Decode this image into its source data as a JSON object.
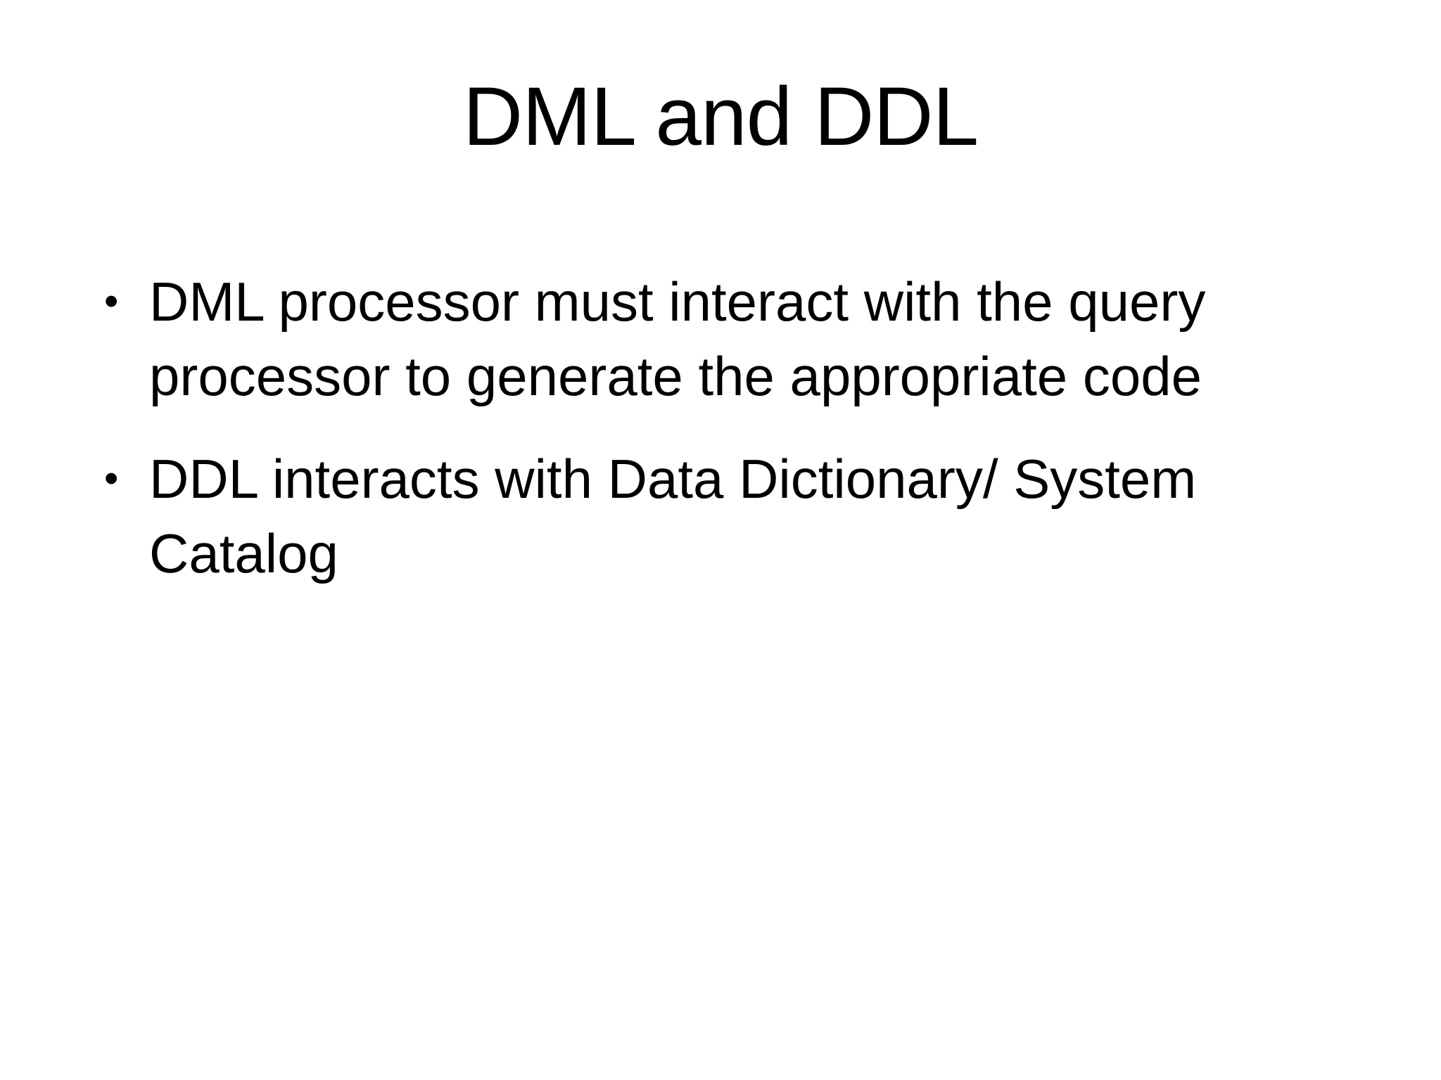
{
  "slide": {
    "title": "DML and DDL",
    "bullets": [
      "DML processor must interact with the query processor to generate the appropriate code",
      "DDL interacts with Data Dictionary/ System Catalog"
    ],
    "bullet_marker_glyph": "•",
    "colors": {
      "background": "#ffffff",
      "text": "#000000"
    }
  }
}
